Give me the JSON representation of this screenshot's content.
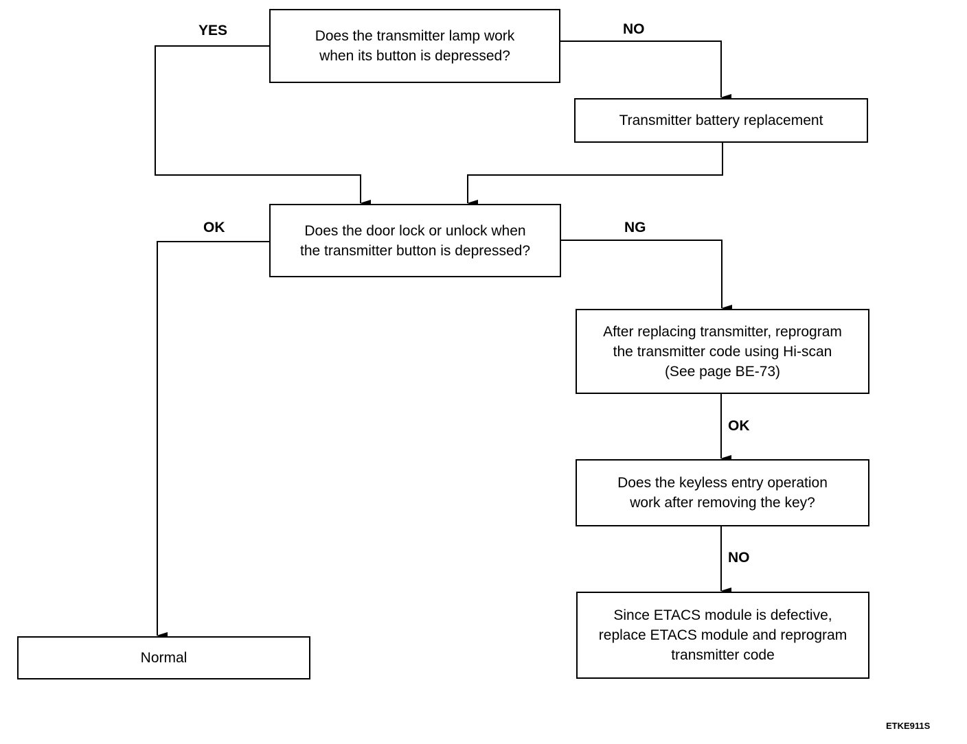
{
  "boxes": {
    "lamp_question": "Does the transmitter lamp work\nwhen its button is depressed?",
    "battery_replacement": "Transmitter battery replacement",
    "door_question": "Does the door lock or unlock when\nthe transmitter button is depressed?",
    "reprogram": "After replacing transmitter, reprogram\nthe transmitter code using Hi-scan\n(See page BE-73)",
    "keyless_question": "Does the keyless entry operation\nwork after removing the key?",
    "etacs": "Since ETACS module is defective,\nreplace ETACS module and reprogram\ntransmitter code",
    "normal": "Normal"
  },
  "labels": {
    "yes": "YES",
    "no_top": "NO",
    "ok_left": "OK",
    "ng": "NG",
    "ok_right": "OK",
    "no_bottom": "NO"
  },
  "figure_code": "ETKE911S"
}
